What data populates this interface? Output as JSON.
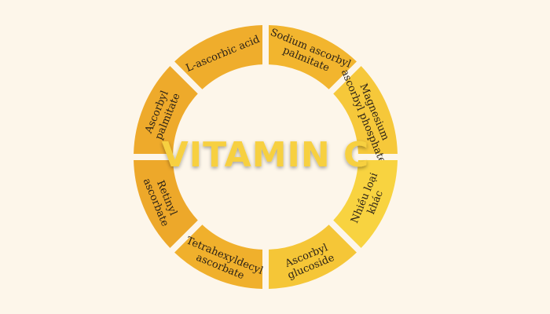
{
  "center_title": "VITAMIN C",
  "colors": {
    "background": "#fdf6ea",
    "title": "#f7d040"
  },
  "segments": [
    {
      "lines": [
        "Sodium ascorbyl",
        "palmitate"
      ],
      "color": "#f2b52e"
    },
    {
      "lines": [
        "Magnesium",
        "ascorbyl phosphate"
      ],
      "color": "#f6c83a"
    },
    {
      "lines": [
        "Nhiều loại",
        "khác"
      ],
      "color": "#f8d340"
    },
    {
      "lines": [
        "Ascorbyl",
        "glucoside"
      ],
      "color": "#f5c637"
    },
    {
      "lines": [
        "Tetrahexyldecyl",
        "ascorbate"
      ],
      "color": "#f0b02c"
    },
    {
      "lines": [
        "Retinyl",
        "ascorbate"
      ],
      "color": "#eda82a"
    },
    {
      "lines": [
        "Ascorbyl",
        "palmitate"
      ],
      "color": "#eeaa2b"
    },
    {
      "lines": [
        "L-ascorbic acid"
      ],
      "color": "#efad2c"
    }
  ]
}
